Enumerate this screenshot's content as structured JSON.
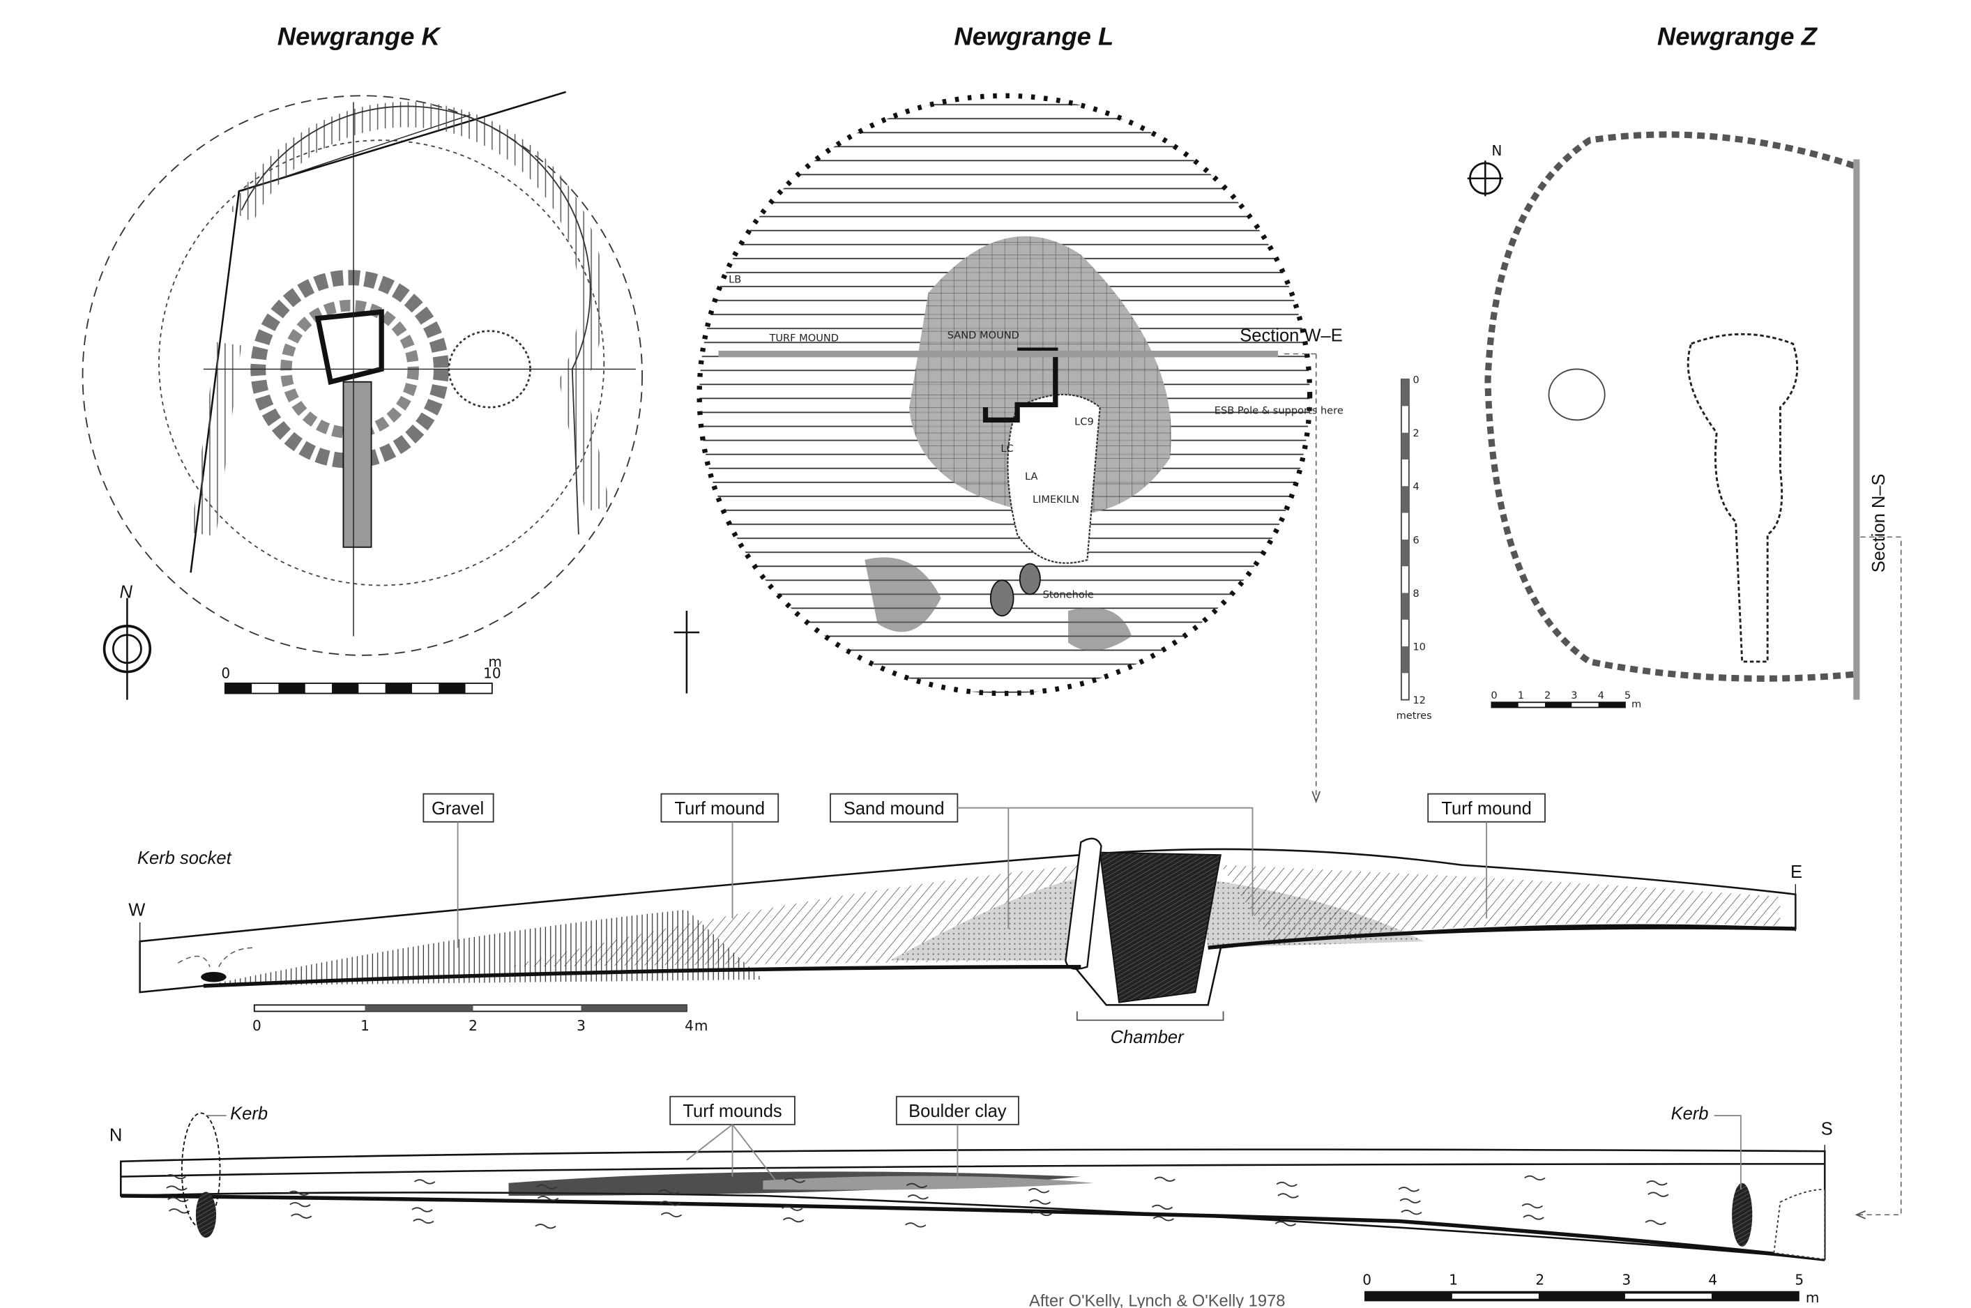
{
  "titles": {
    "k": "Newgrange K",
    "l": "Newgrange L",
    "z": "Newgrange Z"
  },
  "plan_k": {
    "scale_start": "0",
    "scale_end": "10",
    "scale_unit": "m",
    "north": "N"
  },
  "plan_l": {
    "labels": {
      "turf_mound": "TURF MOUND",
      "sand_mound": "SAND MOUND",
      "lc9": "LC9",
      "lc": "LC",
      "la": "LA",
      "limekiln": "LIMEKILN",
      "lb": "LB",
      "esb": "ESB Pole & supports here",
      "stonehole": "Stonehole"
    },
    "section_label": "Section W–E",
    "scale_ticks": [
      "0",
      "2",
      "4",
      "6",
      "8",
      "10",
      "12"
    ],
    "scale_unit": "metres"
  },
  "plan_z": {
    "north": "N",
    "section_label": "Section N–S",
    "scale_ticks": [
      "0",
      "1",
      "2",
      "3",
      "4",
      "5"
    ],
    "scale_unit": "m"
  },
  "section_we": {
    "labels": {
      "gravel": "Gravel",
      "turf_mound_1": "Turf mound",
      "sand_mound": "Sand mound",
      "turf_mound_2": "Turf mound",
      "kerb_socket": "Kerb socket",
      "chamber": "Chamber"
    },
    "west": "W",
    "east": "E",
    "scale_ticks": [
      "0",
      "1",
      "2",
      "3",
      "4"
    ],
    "scale_unit": "m"
  },
  "section_ns": {
    "labels": {
      "kerb_1": "Kerb",
      "turf_mounds": "Turf mounds",
      "boulder_clay": "Boulder clay",
      "kerb_2": "Kerb"
    },
    "north": "N",
    "south": "S",
    "scale_ticks": [
      "0",
      "1",
      "2",
      "3",
      "4",
      "5"
    ],
    "scale_unit": "m"
  },
  "credit": "After O'Kelly, Lynch & O'Kelly 1978",
  "colors": {
    "grey_fill": "#a8a8a8",
    "dark": "#111111",
    "line_grey": "#9a9a9a"
  }
}
